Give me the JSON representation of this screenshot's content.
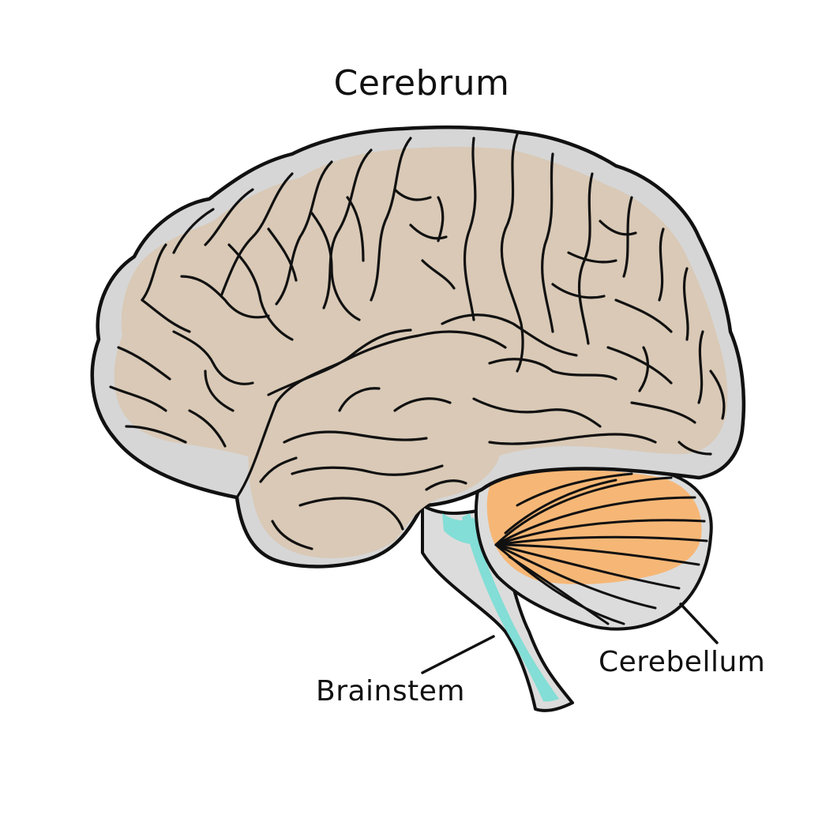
{
  "labels": {
    "cerebrum": "Cerebrum",
    "brainstem": "Brainstem",
    "cerebellum": "Cerebellum"
  },
  "colors": {
    "cerebrum_fill": "#d9c9b6",
    "cerebrum_shadow": "#d6d6d6",
    "cerebellum_fill": "#f6b776",
    "brainstem_fill": "#82ded6",
    "outline": "#111111"
  }
}
